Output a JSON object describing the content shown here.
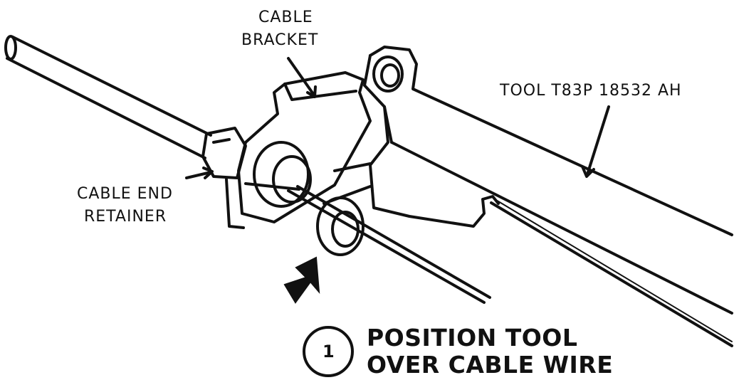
{
  "labels": {
    "cable_bracket": [
      "CABLE",
      "BRACKET"
    ],
    "tool": "TOOL T83P 18532 AH",
    "cable_end_retainer": [
      "CABLE END",
      "RETAINER"
    ]
  },
  "step": {
    "number": "1",
    "text": [
      "POSITION TOOL",
      "OVER CABLE WIRE"
    ]
  },
  "colors": {
    "ink": "#111111",
    "paper": "#ffffff"
  }
}
